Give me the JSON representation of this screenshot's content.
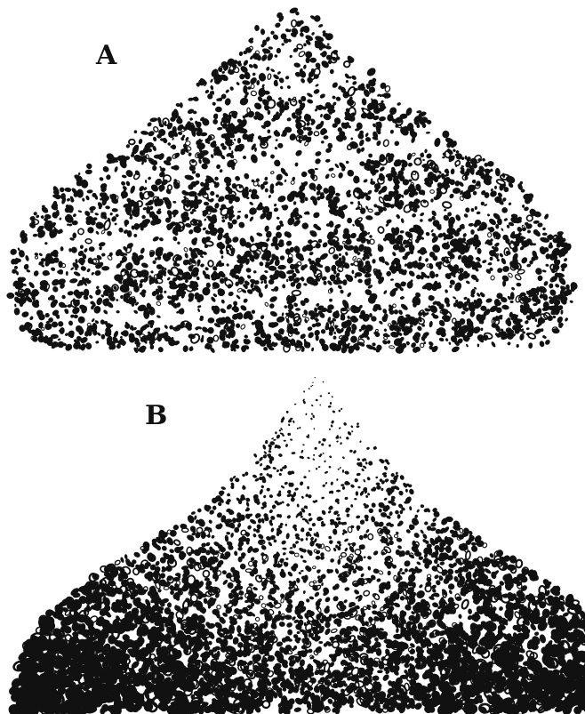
{
  "figure": {
    "panels": [
      {
        "id": "A",
        "label": "A",
        "shape": "stepped-terraced-cone",
        "grain_size": "uniform-medium"
      },
      {
        "id": "B",
        "label": "B",
        "shape": "smooth-cone",
        "grain_size": "fine-at-apex-coarse-at-base"
      }
    ]
  },
  "colors": {
    "ink": "#111111",
    "paper": "#ffffff"
  }
}
